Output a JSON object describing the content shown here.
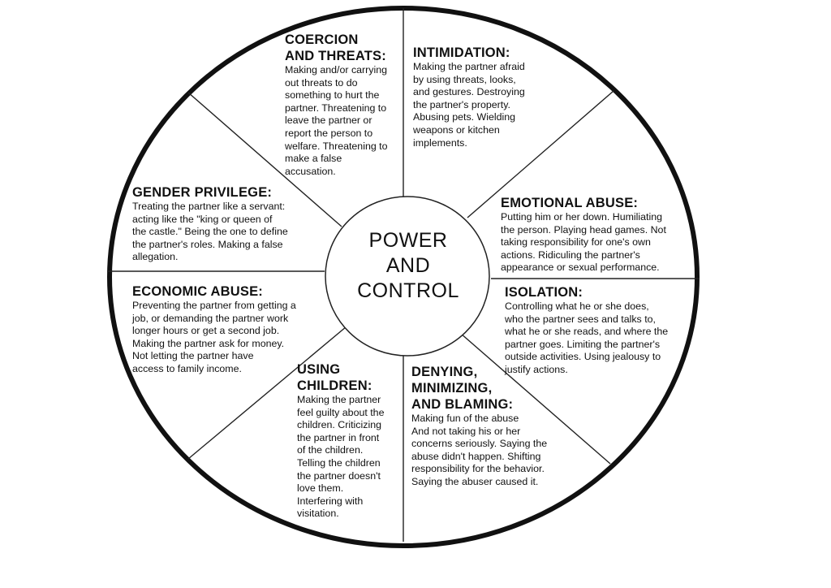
{
  "center": {
    "label": "POWER\nAND\nCONTROL"
  },
  "segments": {
    "coercion": {
      "title": "COERCION\nAND THREATS:",
      "body": "Making and/or carrying\nout threats to do\nsomething to hurt the\npartner. Threatening to\nleave the partner or\nreport the person to\nwelfare. Threatening to\nmake a false\naccusation."
    },
    "intimidation": {
      "title": "INTIMIDATION:",
      "body": "Making the partner afraid\nby using threats, looks,\nand gestures. Destroying\nthe partner's property.\nAbusing pets. Wielding\nweapons or kitchen\nimplements."
    },
    "emotional": {
      "title": "EMOTIONAL ABUSE:",
      "body": "Putting him or her down. Humiliating\nthe person. Playing head games. Not\ntaking responsibility for one's own\nactions. Ridiculing the partner's\nappearance or sexual performance."
    },
    "isolation": {
      "title": "ISOLATION:",
      "body": "Controlling what he or she does,\nwho the partner sees and talks to,\nwhat he or she reads, and where the\npartner goes. Limiting the partner's\noutside activities. Using jealousy to\njustify actions."
    },
    "denying": {
      "title": "DENYING,\nMINIMIZING,\nAND BLAMING:",
      "body": "Making fun of the abuse\nAnd not taking his or her\nconcerns seriously. Saying the\nabuse didn't happen. Shifting\nresponsibility for the behavior.\nSaying the abuser caused it."
    },
    "children": {
      "title": "USING\nCHILDREN:",
      "body": "Making the partner\nfeel guilty about the\nchildren. Criticizing\nthe partner in front\nof the children.\nTelling the children\nthe partner doesn't\nlove them.\nInterfering with\nvisitation."
    },
    "economic": {
      "title": "ECONOMIC ABUSE:",
      "body": "Preventing the partner from getting a\njob, or demanding the partner work\nlonger hours or get a second job.\nMaking the partner ask for money.\nNot letting the partner have\naccess to family income."
    },
    "gender": {
      "title": "GENDER PRIVILEGE:",
      "body": "Treating the partner like a servant:\nacting like the \"king or queen of\nthe castle.\" Being the one to define\nthe partner's roles. Making a false\nallegation."
    }
  }
}
